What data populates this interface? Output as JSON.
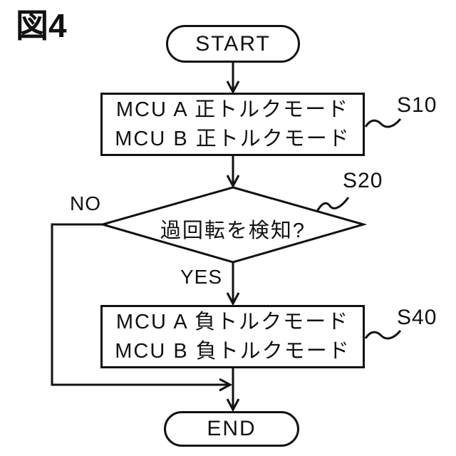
{
  "figure_label": "図4",
  "flowchart": {
    "start": "START",
    "end": "END",
    "step_s10": {
      "line1": "MCU A 正トルクモード",
      "line2": "MCU B 正トルクモード",
      "ref": "S10"
    },
    "decision_s20": {
      "question": "過回転を検知?",
      "ref": "S20",
      "branch_no": "NO",
      "branch_yes": "YES"
    },
    "step_s40": {
      "line1": "MCU A 負トルクモード",
      "line2": "MCU B 負トルクモード",
      "ref": "S40"
    }
  },
  "colors": {
    "ink": "#111111",
    "background": "#ffffff"
  }
}
